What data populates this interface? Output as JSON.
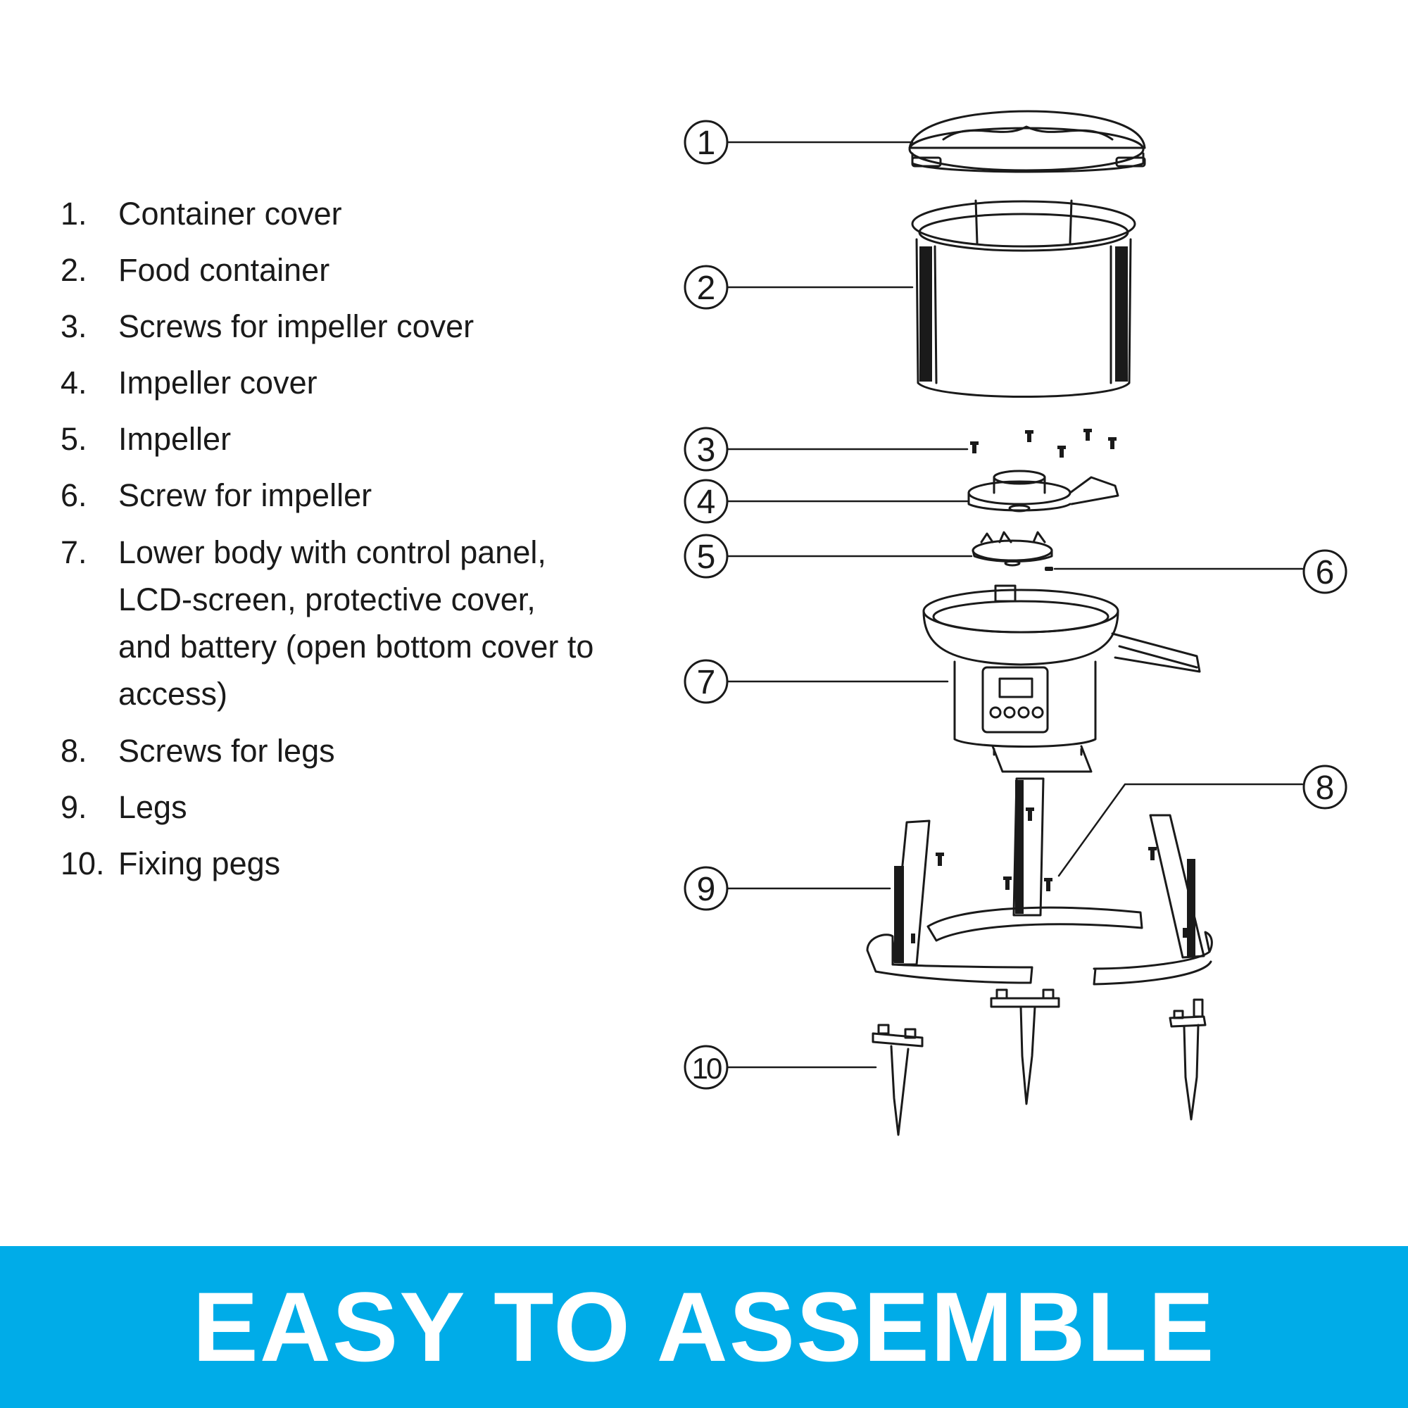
{
  "parts": [
    {
      "num": "1.",
      "label": "Container cover"
    },
    {
      "num": "2.",
      "label": "Food container"
    },
    {
      "num": "3.",
      "label": "Screws for impeller cover"
    },
    {
      "num": "4.",
      "label": "Impeller cover"
    },
    {
      "num": "5.",
      "label": "Impeller"
    },
    {
      "num": "6.",
      "label": "Screw for impeller"
    },
    {
      "num": "7.",
      "label": "Lower body with control panel, LCD-screen, protective cover, and battery (open bottom cover to access)"
    },
    {
      "num": "8.",
      "label": "Screws for legs"
    },
    {
      "num": "9.",
      "label": "Legs"
    },
    {
      "num": "10.",
      "label": "Fixing pegs"
    }
  ],
  "callouts": [
    "1",
    "2",
    "3",
    "4",
    "5",
    "6",
    "7",
    "8",
    "9",
    "10"
  ],
  "banner": {
    "text": "EASY TO ASSEMBLE",
    "color": "#00ace8",
    "text_color": "#ffffff"
  }
}
